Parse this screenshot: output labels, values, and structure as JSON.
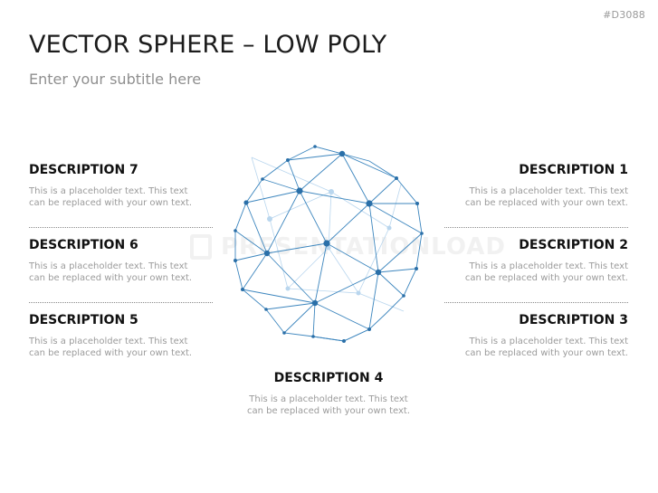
{
  "slide_id": "#D3088",
  "title": "VECTOR SPHERE – LOW POLY",
  "subtitle": "Enter your subtitle here",
  "watermark": "PRESENTATIONLOAD",
  "descriptions": {
    "d1": {
      "heading": "DESCRIPTION 1",
      "text": "This is a placeholder text. This text\ncan be replaced with your own text."
    },
    "d2": {
      "heading": "DESCRIPTION 2",
      "text": "This is a placeholder text. This text\ncan be replaced with your own text."
    },
    "d3": {
      "heading": "DESCRIPTION 3",
      "text": "This is a placeholder text. This text\ncan be replaced with your own text."
    },
    "d4": {
      "heading": "DESCRIPTION 4",
      "text": "This is a placeholder text. This text\ncan be replaced with your own text."
    },
    "d5": {
      "heading": "DESCRIPTION 5",
      "text": "This is a placeholder text. This text\ncan be replaced with your own text."
    },
    "d6": {
      "heading": "DESCRIPTION 6",
      "text": "This is a placeholder text. This text\ncan be replaced with your own text."
    },
    "d7": {
      "heading": "DESCRIPTION 7",
      "text": "This is a placeholder text. This text\ncan be replaced with your own text."
    }
  },
  "colors": {
    "sphere_line": "#3d86be",
    "sphere_node": "#2a6fa8",
    "sphere_back": "#b9d6ee",
    "separator": "#8a8a8a"
  }
}
